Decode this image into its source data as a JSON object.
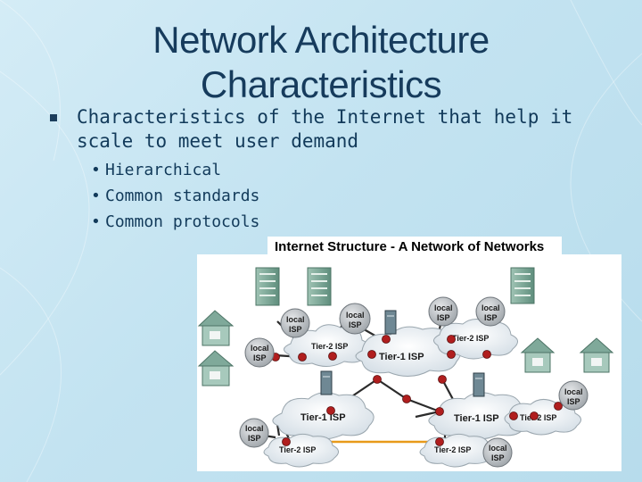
{
  "slide": {
    "title": "Network Architecture Characteristics",
    "bullet": "Characteristics of the Internet that help it scale to meet user demand",
    "sub_items": [
      "Hierarchical",
      "Common standards",
      "Common protocols"
    ]
  },
  "diagram": {
    "caption": "Internet Structure - A Network of Networks",
    "clouds": {
      "t2_top_left": "Tier-2 ISP",
      "t1_top": "Tier-1 ISP",
      "t2_top_right": "Tier-2 ISP",
      "t1_left": "Tier-1 ISP",
      "t1_right": "Tier-1 ISP",
      "t2_right": "Tier-2 ISP",
      "t2_bottom_left": "Tier-2 ISP",
      "t2_bottom_right": "Tier-2 ISP"
    },
    "isp_word_local": "local",
    "isp_word_isp": "ISP",
    "colors": {
      "link": "#2b2b2b",
      "peer_link": "#e89a1a",
      "router": "#b01e1e",
      "cloud": "#e9eef2",
      "isp_node": "#c4c8cc"
    }
  }
}
